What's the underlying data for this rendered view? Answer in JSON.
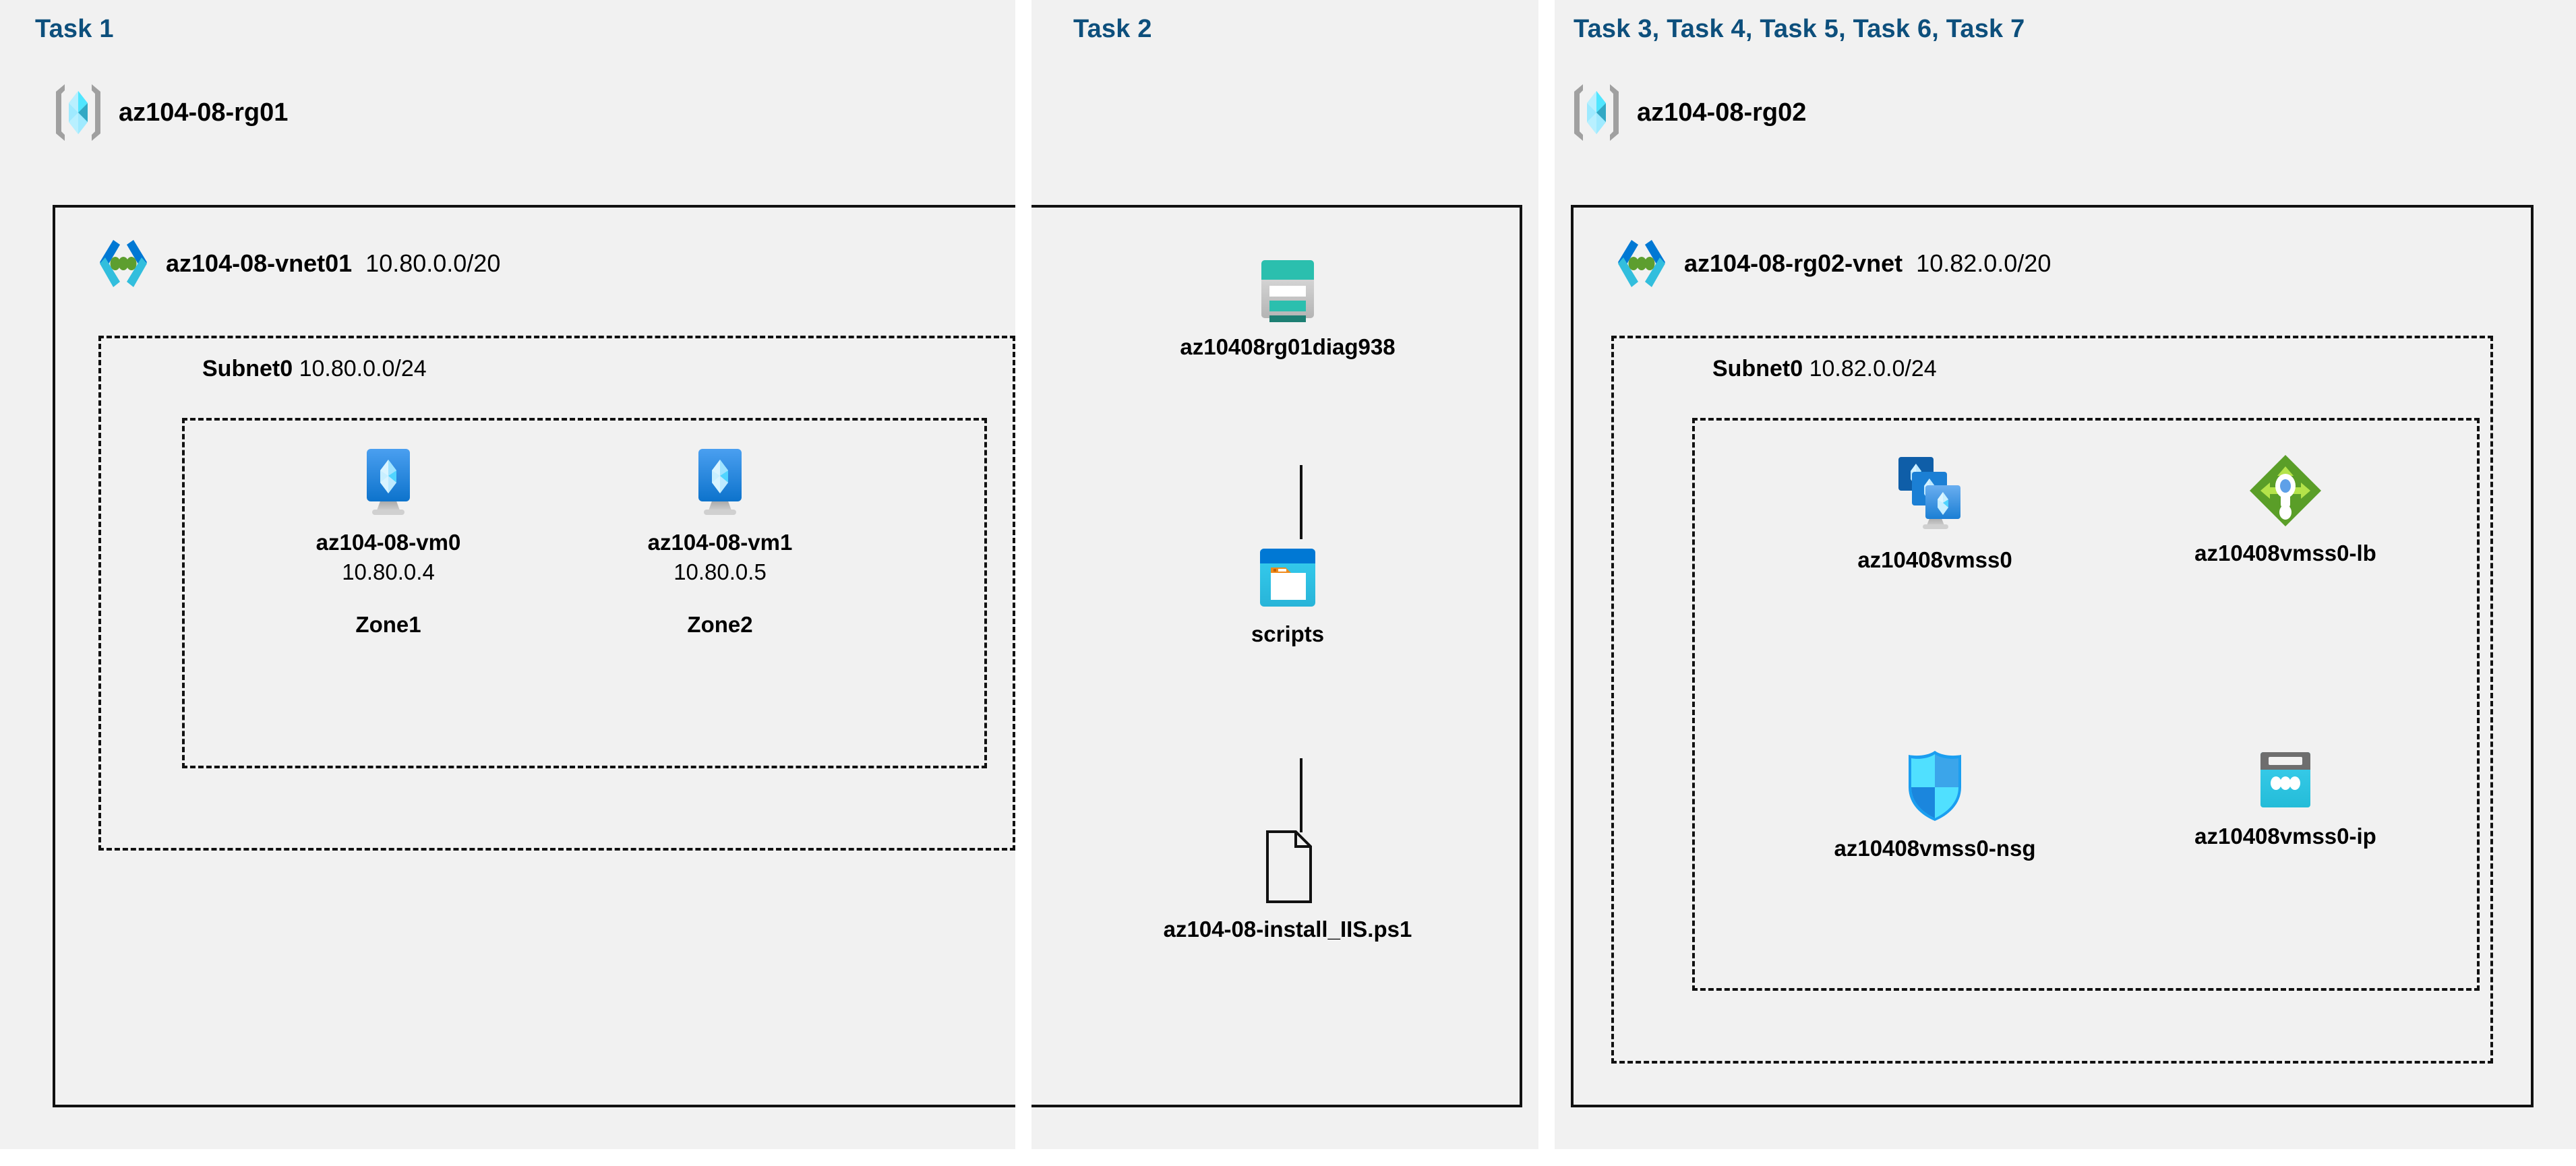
{
  "panels": [
    {
      "id": "panel-1",
      "task_label": "Task 1",
      "resource_group": {
        "name": "az104-08-rg01",
        "icon": "resource-group-icon"
      },
      "vnet": {
        "name": "az104-08-vnet01",
        "cidr": "10.80.0.0/20",
        "icon": "virtual-network-icon"
      },
      "subnet": {
        "name": "Subnet0",
        "cidr": "10.80.0.0/24"
      },
      "nodes": [
        {
          "name": "az104-08-vm0",
          "ip": "10.80.0.4",
          "zone": "Zone1",
          "icon": "virtual-machine-icon"
        },
        {
          "name": "az104-08-vm1",
          "ip": "10.80.0.5",
          "zone": "Zone2",
          "icon": "virtual-machine-icon"
        }
      ]
    },
    {
      "id": "panel-2",
      "task_label": "Task 2",
      "nodes": [
        {
          "name": "az10408rg01diag938",
          "icon": "storage-account-icon"
        },
        {
          "name": "scripts",
          "icon": "blob-container-icon"
        },
        {
          "name": "az104-08-install_IIS.ps1",
          "icon": "script-file-icon"
        }
      ]
    },
    {
      "id": "panel-3",
      "task_label": "Task 3, Task 4, Task 5, Task 6, Task 7",
      "resource_group": {
        "name": "az104-08-rg02",
        "icon": "resource-group-icon"
      },
      "vnet": {
        "name": "az104-08-rg02-vnet",
        "cidr": "10.82.0.0/20",
        "icon": "virtual-network-icon"
      },
      "subnet": {
        "name": "Subnet0",
        "cidr": "10.82.0.0/24"
      },
      "nodes": [
        {
          "name": "az10408vmss0",
          "icon": "vm-scale-set-icon"
        },
        {
          "name": "az10408vmss0-lb",
          "icon": "load-balancer-icon"
        },
        {
          "name": "az10408vmss0-nsg",
          "icon": "network-security-group-icon"
        },
        {
          "name": "az10408vmss0-ip",
          "icon": "public-ip-address-icon"
        }
      ]
    }
  ],
  "colors": {
    "panel_background": "#f1f1f1",
    "page_background": "#ffffff",
    "task_label": "#0d4f7c",
    "border": "#111111",
    "azure_blue": "#0078d4",
    "azure_cyan": "#32bedd",
    "azure_teal": "#2bbfae",
    "azure_green": "#76bc2d",
    "gray": "#949494",
    "text": "#000000"
  }
}
